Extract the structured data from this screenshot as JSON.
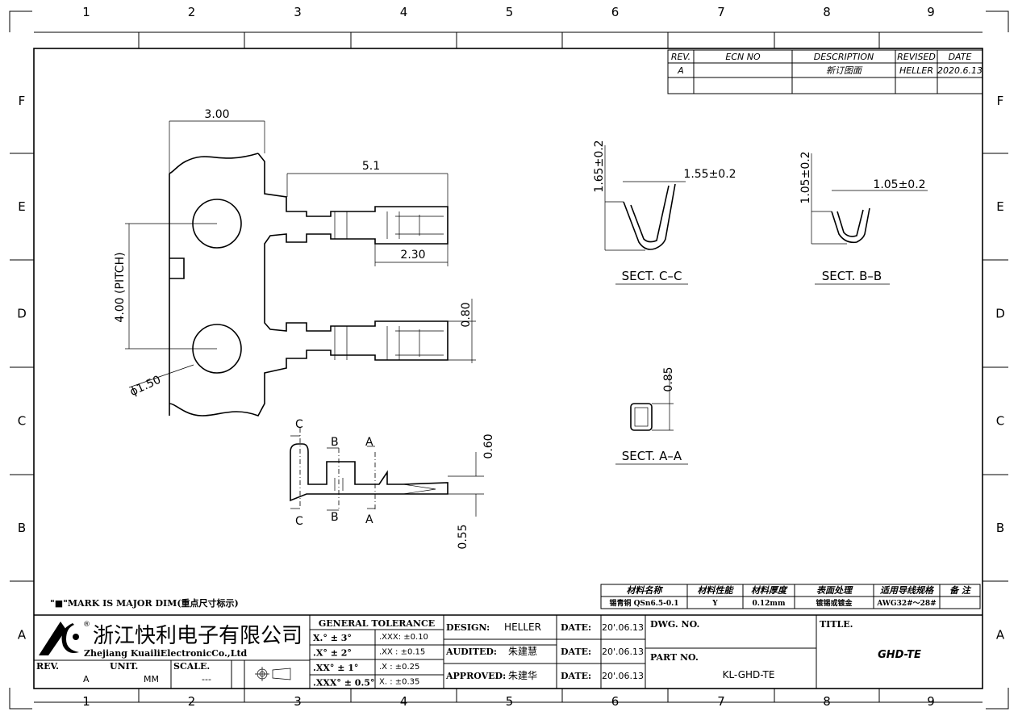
{
  "grid": {
    "columns": [
      "1",
      "2",
      "3",
      "4",
      "5",
      "6",
      "7",
      "8",
      "9"
    ],
    "rows": [
      "F",
      "E",
      "D",
      "C",
      "B",
      "A"
    ]
  },
  "revision_table": {
    "headers": [
      "REV.",
      "ECN NO",
      "DESCRIPTION",
      "REVISED",
      "DATE"
    ],
    "rows": [
      [
        "A",
        "",
        "新订图面",
        "HELLER",
        "2020.6.13"
      ]
    ]
  },
  "dimensions": {
    "width_top": "3.00",
    "length": "5.1",
    "tail": "2.30",
    "pitch": "4.00 (PITCH)",
    "hole": "ϕ1.50",
    "height_side": "0.80",
    "side_top": "0.60",
    "side_bottom": "0.55",
    "sect_c_height": "1.65±0.2",
    "sect_c_width": "1.55±0.2",
    "sect_b_height": "1.05±0.2",
    "sect_b_width": "1.05±0.2",
    "sect_a_height": "0.85"
  },
  "section_labels": {
    "c": "SECT. C–C",
    "b": "SECT. B–B",
    "a": "SECT. A–A",
    "letter_a": "A",
    "letter_b": "B",
    "letter_c": "C"
  },
  "major_dim_note": "\"■\"MARK IS MAJOR DIM(重点尺寸标示)",
  "materials": {
    "headers": [
      "材料名称",
      "材料性能",
      "材料厚度",
      "表面处理",
      "适用导线规格",
      "备 注"
    ],
    "values": [
      "锡青铜 QSn6.5-0.1",
      "Y",
      "0.12mm",
      "镀锡或镀金",
      "AWG32#～28#",
      ""
    ]
  },
  "company": {
    "name_cn": "浙江快利电子有限公司",
    "name_en": "Zhejiang KuailiElectronicCo.,Ltd",
    "registered": "®"
  },
  "info": {
    "rev_label": "REV.",
    "rev": "A",
    "unit_label": "UNIT.",
    "unit": "MM",
    "scale_label": "SCALE.",
    "scale": "---"
  },
  "tolerance": {
    "title": "GENERAL TOLERANCE",
    "angles": [
      "X.° ± 3°",
      ".X° ± 2°",
      ".XX° ± 1°",
      ".XXX° ± 0.5°"
    ],
    "linear": [
      ".XXX:  ±0.10",
      ".XX :  ±0.15",
      ".X  :  ±0.25",
      "X.  :  ±0.35"
    ]
  },
  "approvals": [
    {
      "label": "DESIGN:",
      "name": "HELLER",
      "date_label": "DATE:",
      "date": "20'.06.13"
    },
    {
      "label": "AUDITED:",
      "name": "朱建慧",
      "date_label": "DATE:",
      "date": "20'.06.13"
    },
    {
      "label": "APPROVED:",
      "name": "朱建华",
      "date_label": "DATE:",
      "date": "20'.06.13"
    }
  ],
  "dwg_no_label": "DWG. NO.",
  "part_no_label": "PART NO.",
  "part_no": "KL-GHD-TE",
  "title_label": "TITLE.",
  "title": "GHD-TE"
}
